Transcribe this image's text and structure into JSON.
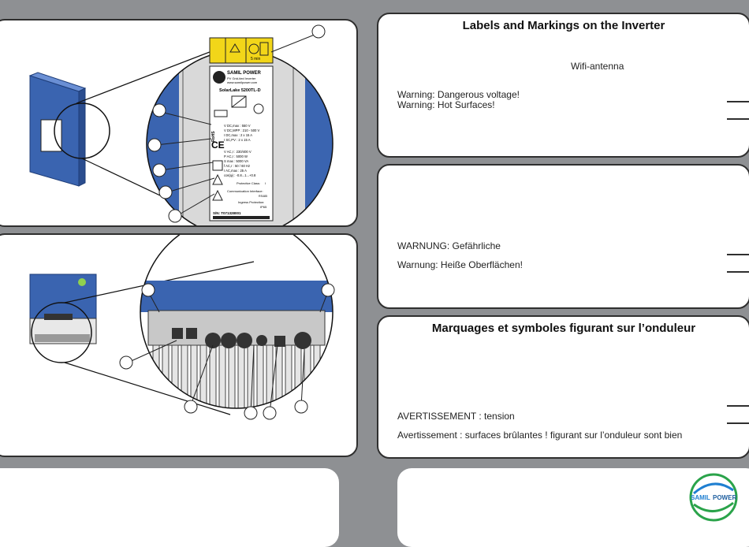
{
  "panels": {
    "en": {
      "title": "Labels and Markings on the Inverter",
      "wifi_label": "Wifi-antenna",
      "warning_voltage": "Warning: Dangerous voltage!",
      "warning_hot": "Warning: Hot Surfaces!"
    },
    "de": {
      "warning_voltage": "WARNUNG: Gefährliche",
      "warning_hot": "Warnung: Heiße Oberflächen!"
    },
    "fr": {
      "title": "Marquages et symboles figurant sur l’onduleur",
      "warning_voltage": "AVERTISSEMENT : tension",
      "warning_hot": "Avertissement : surfaces brûlantes !  figurant sur l’onduleur sont bien"
    }
  },
  "type_label": {
    "brand": "SAMIL POWER",
    "subtitle1": "PV Grid-tied Inverter",
    "subtitle2": "www.samilpower.com",
    "model": "SolarLake 5200TL-D",
    "dc_lines": [
      "V DC,max : 550 V",
      "V DC,MPP : 210 - 500 V",
      "I DC,max : 2 x 15 A",
      "I SC,PV : 2 x 15 A"
    ],
    "ac_lines": [
      "V AC,r : 230/400 V",
      "P AC,r : 5000 W",
      "S max : 5000 VA",
      "f AC,r : 50 / 60 Hz",
      "I AC,max : 25 A",
      "cos(φ) : -0.8...1...+0.8"
    ],
    "protective_class_label": "Protective Class:",
    "protective_class_value": "I",
    "comm_label": "Communication Interface:",
    "comm_value": "RS485",
    "ingress_label": "Ingress Protection:",
    "ingress_value": "IP65",
    "serial": "S/N: T071328001",
    "warn_strip_time": "5 min",
    "rohs": "RoHS"
  },
  "logo": {
    "brand_first": "SAMIL",
    "brand_second": "POWER"
  },
  "colors": {
    "accent_blue": "#3a64b0",
    "label_yellow": "#f2d619",
    "background": "#8e9093"
  }
}
